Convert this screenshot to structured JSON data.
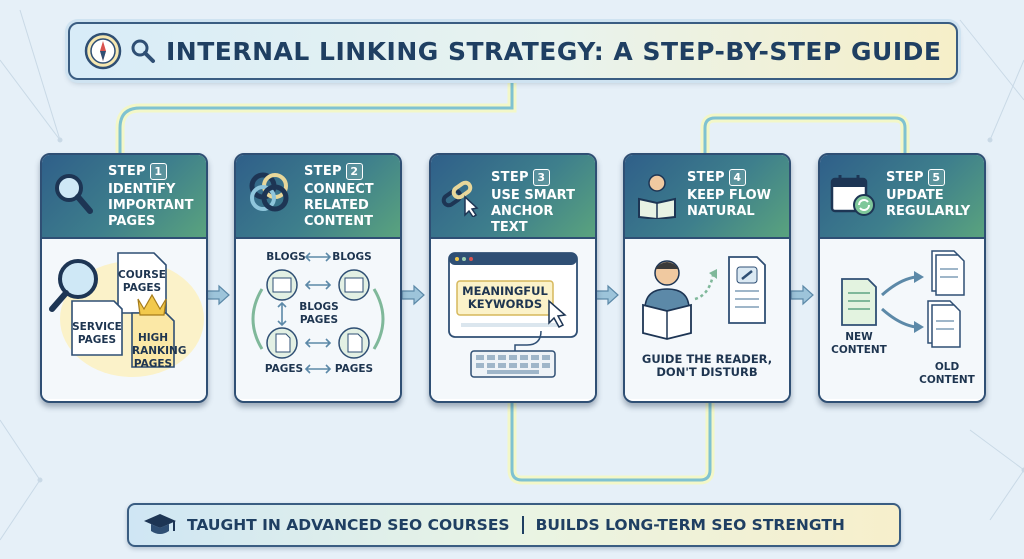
{
  "title": "INTERNAL LINKING STRATEGY: A STEP-BY-STEP GUIDE",
  "steps": [
    {
      "step": "STEP",
      "num": "1",
      "title": "IDENTIFY IMPORTANT PAGES",
      "labels": {
        "course": "COURSE PAGES",
        "service": "SERVICE PAGES",
        "high": "HIGH RANKING PAGES"
      }
    },
    {
      "step": "STEP",
      "num": "2",
      "title": "CONNECT RELATED CONTENT",
      "labels": {
        "blogs_a": "BLOGS",
        "blogs_b": "BLOGS",
        "blogs_pages": "BLOGS PAGES",
        "pages_a": "PAGES",
        "pages_b": "PAGES"
      }
    },
    {
      "step": "STEP",
      "num": "3",
      "title": "USE SMART ANCHOR TEXT",
      "labels": {
        "keywords": "MEANINGFUL KEYWORDS"
      }
    },
    {
      "step": "STEP",
      "num": "4",
      "title": "KEEP FLOW NATURAL",
      "labels": {
        "guide": "GUIDE THE READER, DON'T DISTURB"
      }
    },
    {
      "step": "STEP",
      "num": "5",
      "title": "UPDATE REGULARLY",
      "labels": {
        "new": "NEW CONTENT",
        "old": "OLD CONTENT"
      }
    }
  ],
  "footer": {
    "left": "TAUGHT IN ADVANCED SEO COURSES",
    "right": "BUILDS LONG-TERM SEO STRENGTH"
  },
  "icons": [
    "compass-icon",
    "magnifier-icon",
    "graduation-cap-icon",
    "link-icon",
    "reader-icon",
    "calendar-refresh-icon"
  ],
  "colors": {
    "navy": "#2f4f74",
    "teal": "#3e7f8c",
    "green": "#5aa37e",
    "background": "#e6f0f8",
    "gold": "#f2d36b"
  }
}
